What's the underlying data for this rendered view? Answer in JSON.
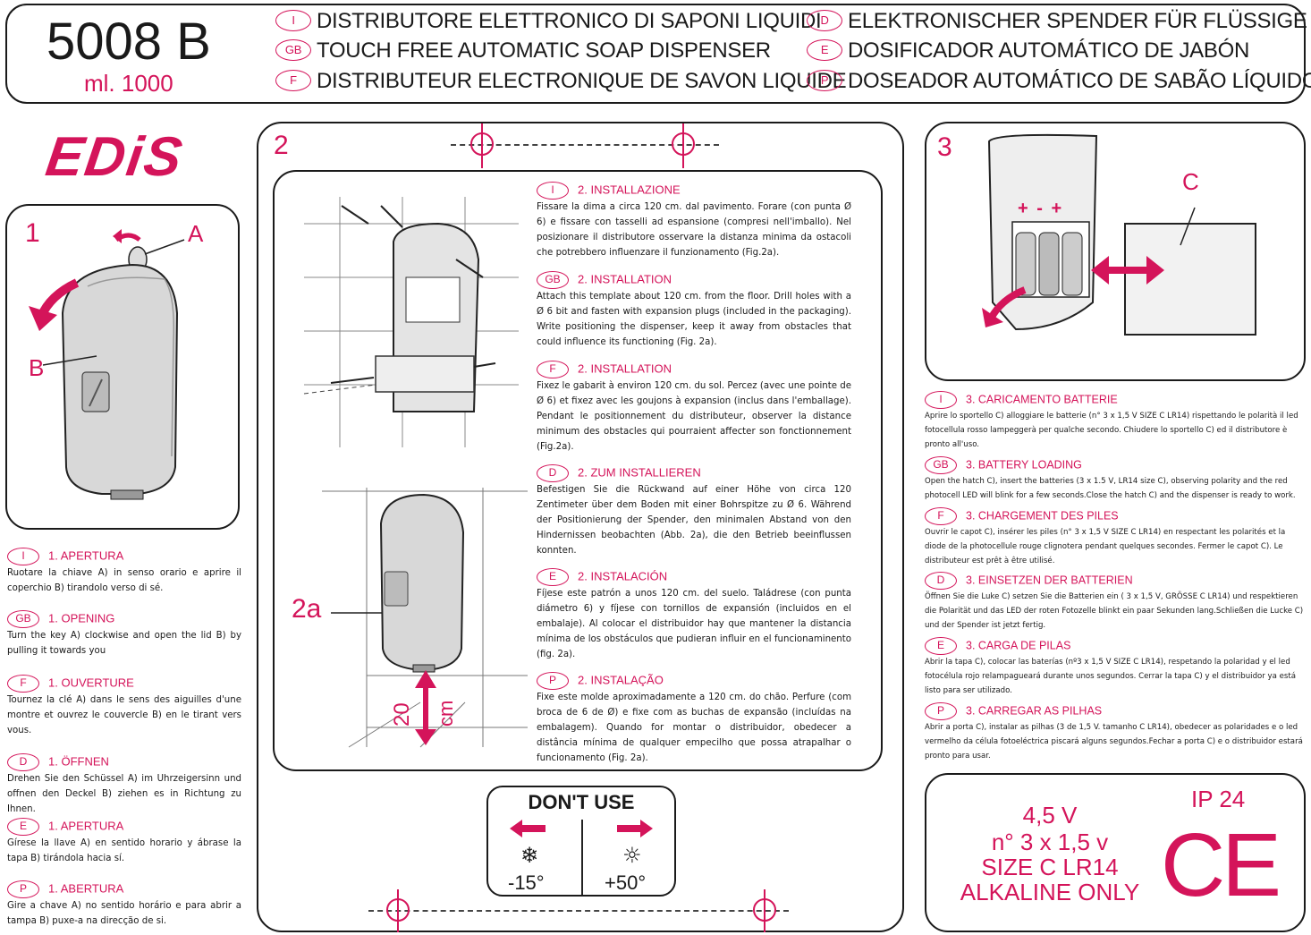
{
  "header": {
    "model": "5008 B",
    "capacity": "ml. 1000",
    "lines_left": [
      {
        "badge": "I",
        "text": "DISTRIBUTORE ELETTRONICO DI SAPONI LIQUIDI"
      },
      {
        "badge": "GB",
        "text": "TOUCH FREE AUTOMATIC SOAP DISPENSER"
      },
      {
        "badge": "F",
        "text": "DISTRIBUTEUR ELECTRONIQUE DE SAVON LIQUIDE"
      }
    ],
    "lines_right": [
      {
        "badge": "D",
        "text": "ELEKTRONISCHER SPENDER FÜR FLÜSSIGE SEIFE"
      },
      {
        "badge": "E",
        "text": "DOSIFICADOR AUTOMÁTICO DE JABÓN"
      },
      {
        "badge": "P",
        "text": "DOSEADOR AUTOMÁTICO DE SABÃO LÍQUIDO"
      }
    ]
  },
  "brand": "EDiS",
  "step1": {
    "number": "1",
    "label_a": "A",
    "label_b": "B",
    "sections": [
      {
        "badge": "I",
        "title": "1. APERTURA",
        "text": "Ruotare la chiave A) in senso orario e aprire il coperchio B) tirandolo verso di sé."
      },
      {
        "badge": "GB",
        "title": "1. OPENING",
        "text": "Turn the key A) clockwise and open the lid B) by pulling it towards you"
      },
      {
        "badge": "F",
        "title": "1. OUVERTURE",
        "text": "Tournez la clé A) dans le sens des aiguilles d'une montre et ouvrez le couvercle B) en le tirant vers vous."
      },
      {
        "badge": "D",
        "title": "1. ÖFFNEN",
        "text": "Drehen Sie den Schüssel A) im Uhrzeigersinn und offnen den Deckel B) ziehen es in Richtung zu Ihnen."
      },
      {
        "badge": "E",
        "title": "1. APERTURA",
        "text": "Gírese la llave A) en sentido horario y ábrase la tapa B) tirándola hacia sí."
      },
      {
        "badge": "P",
        "title": "1. ABERTURA",
        "text": "Gire a chave A) no sentido horário e para abrir a tampa B) puxe-a na direcção de si."
      }
    ]
  },
  "step2": {
    "number": "2",
    "fig_label": "2a",
    "height_value": "20",
    "height_unit": "cm",
    "sections": [
      {
        "badge": "I",
        "title": "2. INSTALLAZIONE",
        "text": "Fissare la dima a circa 120 cm. dal pavimento. Forare (con punta Ø 6) e fissare con tasselli ad espansione (compresi nell'imballo). Nel posizionare il distributore osservare la distanza minima da ostacoli che potrebbero influenzare il funzionamento (Fig.2a)."
      },
      {
        "badge": "GB",
        "title": "2. INSTALLATION",
        "text": "Attach this template about 120 cm. from the floor. Drill holes with a Ø 6 bit and fasten with expansion plugs (included in the packaging). Write positioning the dispenser, keep it away from obstacles that could influence its functioning (Fig. 2a)."
      },
      {
        "badge": "F",
        "title": "2. INSTALLATION",
        "text": "Fixez le gabarit à environ 120 cm. du sol. Percez (avec une pointe de Ø 6) et fixez avec les goujons à expansion (inclus dans l'emballage). Pendant le positionnement du distributeur, observer la distance minimum des obstacles qui pourraient affecter son fonctionnement (Fig.2a)."
      },
      {
        "badge": "D",
        "title": "2. ZUM INSTALLIEREN",
        "text": "Befestigen Sie die Rückwand auf einer Höhe von circa 120 Zentimeter über dem Boden mit einer Bohrspitze zu Ø 6. Während der Positionierung der Spender, den minimalen Abstand von den Hindernissen beobachten (Abb. 2a), die den Betrieb beeinflussen konnten."
      },
      {
        "badge": "E",
        "title": "2. INSTALACIÓN",
        "text": "Fíjese este patrón a unos 120 cm. del suelo. Taládrese (con punta diámetro 6) y fíjese con tornillos de expansión (incluidos en el embalaje). Al colocar el distribuidor hay que mantener la distancia mínima de los obstáculos que pudieran influir en el funcionaminento (fig. 2a)."
      },
      {
        "badge": "P",
        "title": "2. INSTALAÇÃO",
        "text": "Fixe este molde aproximadamente a 120 cm. do chão. Perfure (com broca de 6 de Ø) e fixe com as buchas de expansão (incluídas na embalagem). Quando for montar o distribuidor, obedecer a distância mínima de qualquer empecilho que possa atrapalhar o funcionamento (Fig. 2a)."
      }
    ]
  },
  "dont_use": {
    "title": "DON'T USE",
    "cold": "-15°",
    "hot": "+50°"
  },
  "step3": {
    "number": "3",
    "label_c": "C",
    "polarity": "+ - +",
    "sections": [
      {
        "badge": "I",
        "title": "3. CARICAMENTO BATTERIE",
        "text": "Aprire lo sportello C) alloggiare le batterie (n° 3 x 1,5 V SIZE C LR14) rispettando le polarità il led fotocellula rosso lampeggerà per qualche secondo. Chiudere lo sportello C) ed il distributore è pronto all'uso."
      },
      {
        "badge": "GB",
        "title": "3. BATTERY LOADING",
        "text": "Open the hatch C), insert the batteries (3 x 1.5 V, LR14 size C), observing polarity and the red photocell LED will blink for a few seconds.Close the hatch C) and the dispenser is ready to work."
      },
      {
        "badge": "F",
        "title": "3. CHARGEMENT DES PILES",
        "text": "Ouvrir le capot C), insérer les piles (n° 3 x 1,5 V SIZE C LR14) en respectant les polarités et la diode de la photocellule rouge clignotera pendant quelques secondes. Fermer le capot C). Le distributeur est prêt à être utilisé."
      },
      {
        "badge": "D",
        "title": "3. EINSETZEN DER BATTERIEN",
        "text": "Öffnen Sie die Luke C) setzen Sie die Batterien ein ( 3 x 1,5 V, GRÖSSE C LR14) und respektieren die Polarität und das LED der roten Fotozelle blinkt ein paar Sekunden lang.Schließen die Lucke C) und der Spender ist jetzt fertig."
      },
      {
        "badge": "E",
        "title": "3. CARGA DE PILAS",
        "text": "Abrir la tapa C), colocar las baterías (nº3 x 1,5 V SIZE C LR14), respetando la polaridad y el led fotocélula rojo relampagueará durante unos segundos. Cerrar la tapa C) y el distribuidor ya está listo para ser utilizado."
      },
      {
        "badge": "P",
        "title": "3. CARREGAR AS PILHAS",
        "text": "Abrir a porta C), instalar as pilhas (3 de 1,5 V. tamanho C LR14), obedecer as polaridades e o led vermelho da célula fotoeléctrica piscará alguns segundos.Fechar a porta C) e o distribuidor estará pronto para usar."
      }
    ]
  },
  "spec": {
    "voltage": "4,5 V",
    "count": "n° 3 x 1,5 v",
    "size": "SIZE C LR14",
    "type": "ALKALINE ONLY",
    "ip": "IP 24",
    "mark": "CE"
  },
  "colors": {
    "accent": "#d4145a",
    "ink": "#1a1a1a"
  }
}
